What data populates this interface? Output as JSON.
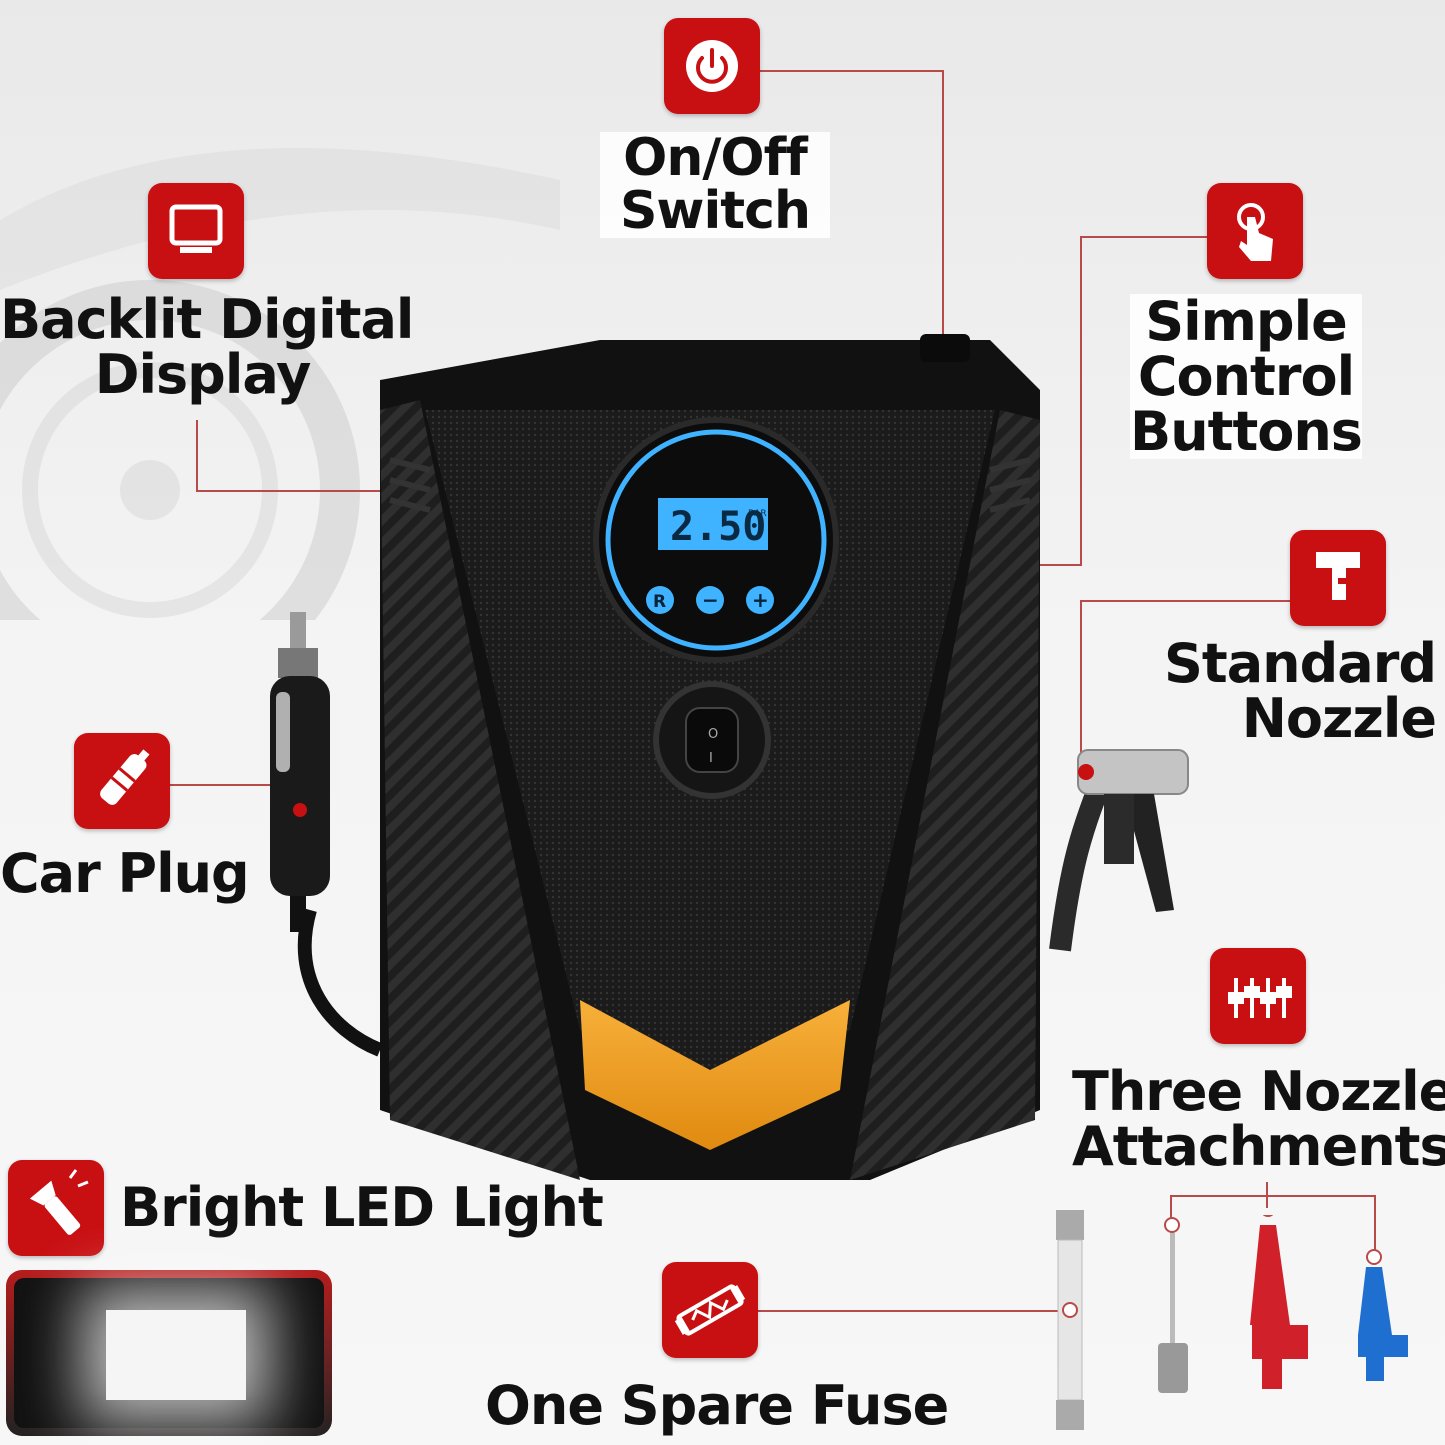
{
  "features": {
    "on_off": {
      "icon": "power-icon",
      "label1": "On/Off",
      "label2": "Switch"
    },
    "display": {
      "icon": "monitor-icon",
      "label1": "Backlit Digital",
      "label2": "Display"
    },
    "buttons": {
      "icon": "touch-icon",
      "label1": "Simple",
      "label2": "Control",
      "label3": "Buttons"
    },
    "nozzle": {
      "icon": "nozzle-icon",
      "label1": "Standard",
      "label2": "Nozzle"
    },
    "car_plug": {
      "icon": "car-plug-icon",
      "label1": "Car Plug"
    },
    "attachments": {
      "icon": "attachments-icon",
      "label1": "Three Nozzle",
      "label2": "Attachments"
    },
    "led": {
      "icon": "flashlight-icon",
      "label1": "Bright LED Light"
    },
    "fuse": {
      "icon": "fuse-icon",
      "label1": "One Spare Fuse"
    }
  },
  "device": {
    "display_value": "2.50",
    "display_unit": "BAR",
    "btn_r": "R",
    "btn_minus": "−",
    "btn_plus": "+",
    "switch_on": "I",
    "switch_off": "O"
  },
  "colors": {
    "brand_red": "#c80f12",
    "lcd_blue": "#3fb3ff",
    "amber": "#f5a623",
    "body": "#1a1a1a"
  }
}
